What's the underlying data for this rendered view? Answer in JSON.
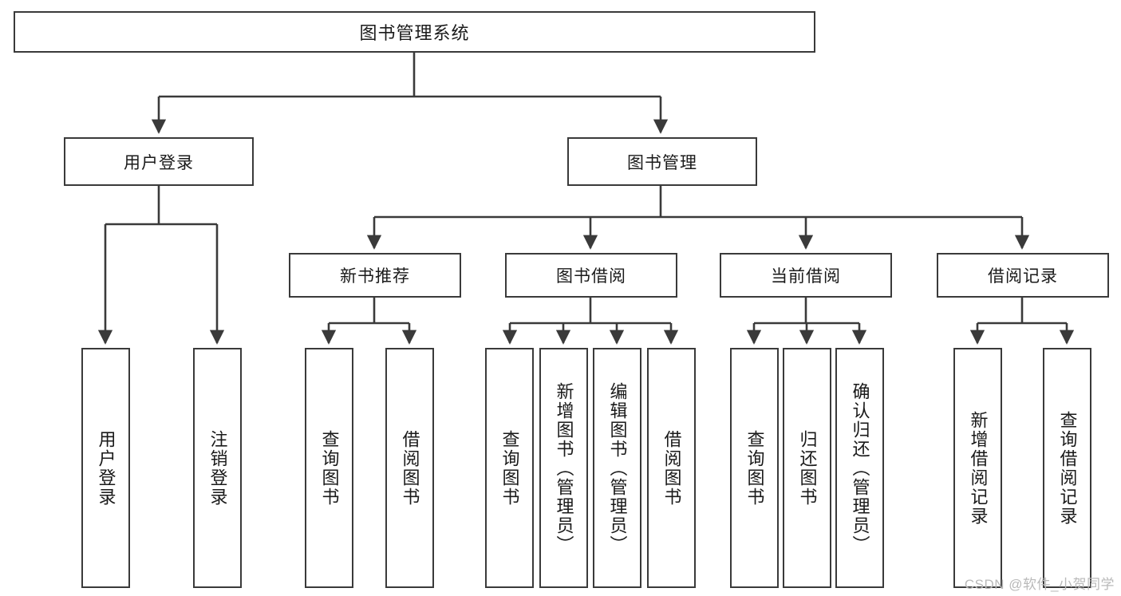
{
  "diagram": {
    "title": "图书管理系统",
    "watermark": "CSDN @软件_小贺同学",
    "colors": {
      "stroke": "#3a3a3a",
      "fill": "#ffffff",
      "text": "#1a1a1a",
      "watermark": "#b9b9b9"
    },
    "root": {
      "label": "图书管理系统"
    },
    "level2": [
      {
        "label": "用户登录"
      },
      {
        "label": "图书管理"
      }
    ],
    "level3": [
      {
        "label": "新书推荐"
      },
      {
        "label": "图书借阅"
      },
      {
        "label": "当前借阅"
      },
      {
        "label": "借阅记录"
      }
    ],
    "leaves": {
      "user_login": [
        {
          "label": "用户登录"
        },
        {
          "label": "注销登录"
        }
      ],
      "new_book": [
        {
          "label": "查询图书"
        },
        {
          "label": "借阅图书"
        }
      ],
      "book_borrow": [
        {
          "label": "查询图书"
        },
        {
          "label": "新增图书（管理员）"
        },
        {
          "label": "编辑图书（管理员）"
        },
        {
          "label": "借阅图书"
        }
      ],
      "current_borrow": [
        {
          "label": "查询图书"
        },
        {
          "label": "归还图书"
        },
        {
          "label": "确认归还（管理员）"
        }
      ],
      "borrow_record": [
        {
          "label": "新增借阅记录"
        },
        {
          "label": "查询借阅记录"
        }
      ]
    }
  }
}
